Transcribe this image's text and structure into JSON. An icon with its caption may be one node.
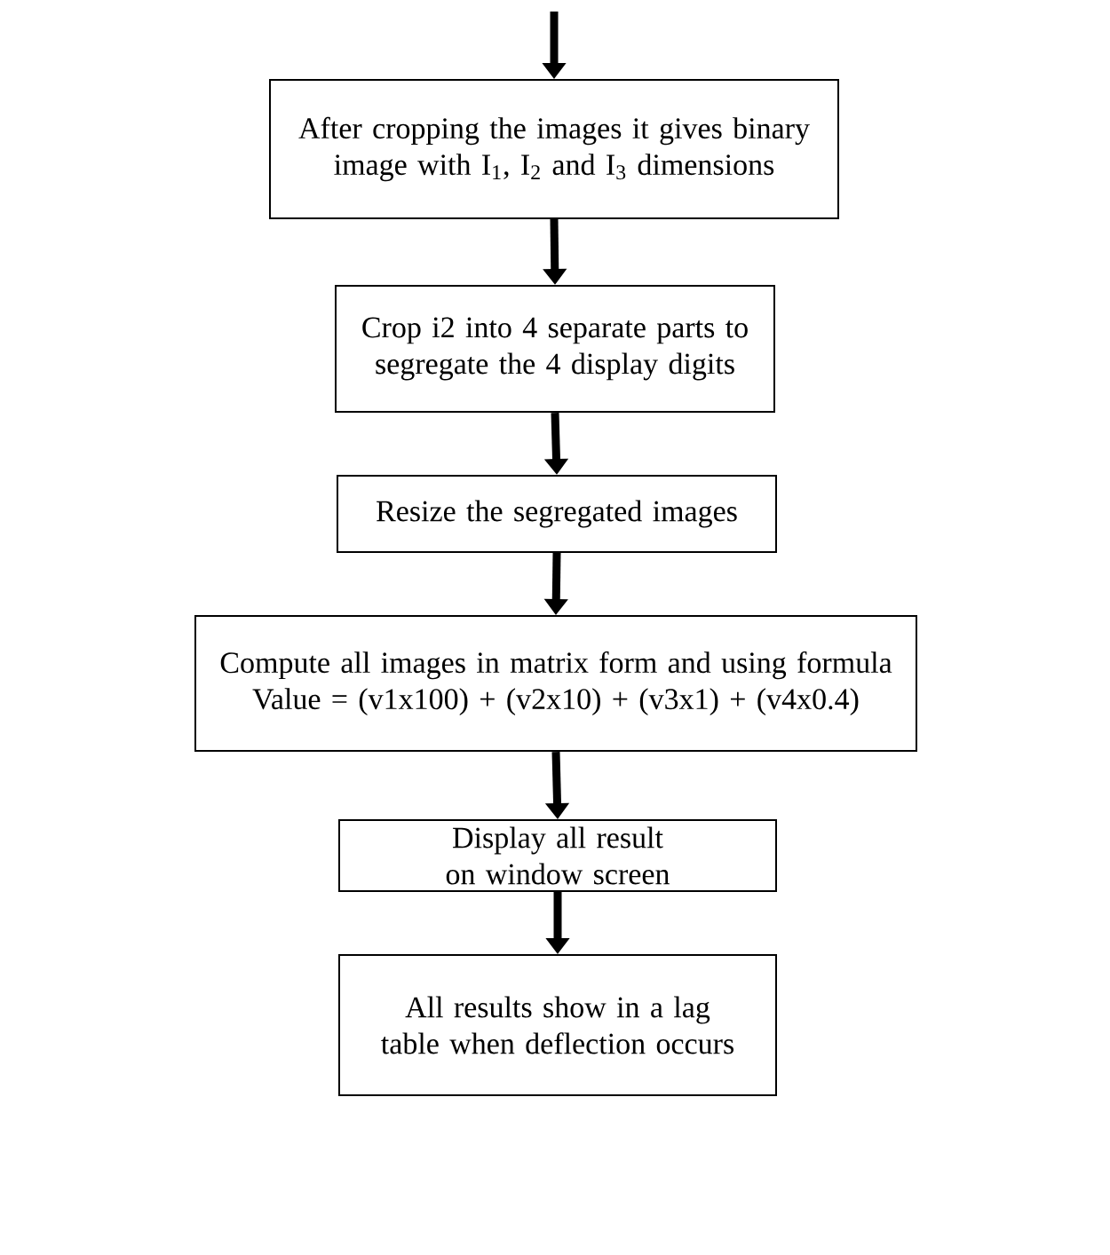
{
  "diagram": {
    "nodes": [
      {
        "text": [
          "After cropping the images it gives binary image with I$_{1}$, I$_{2}$ and I$_{3}$ dimensions"
        ]
      },
      {
        "text": [
          "Crop i2 into 4 separate parts to segregate the 4 display digits"
        ]
      },
      {
        "text": [
          "Resize the segregated images"
        ]
      },
      {
        "text": [
          "Compute all images in matrix form and using formula Value = (v1x100) + (v2x10) + (v3x1) + (v4x0.4)"
        ]
      },
      {
        "text": [
          "Display all result on window screen"
        ]
      },
      {
        "text": [
          "All results show in a lag table when deflection occurs"
        ]
      }
    ],
    "edges": [
      {
        "from": null,
        "to": 0,
        "arrow": "to"
      },
      {
        "from": 0,
        "to": 1,
        "arrow": "to"
      },
      {
        "from": 1,
        "to": 2,
        "arrow": "to"
      },
      {
        "from": 2,
        "to": 3,
        "arrow": "to"
      },
      {
        "from": 3,
        "to": 4,
        "arrow": "to"
      },
      {
        "from": 4,
        "to": 5,
        "arrow": "to"
      }
    ]
  }
}
